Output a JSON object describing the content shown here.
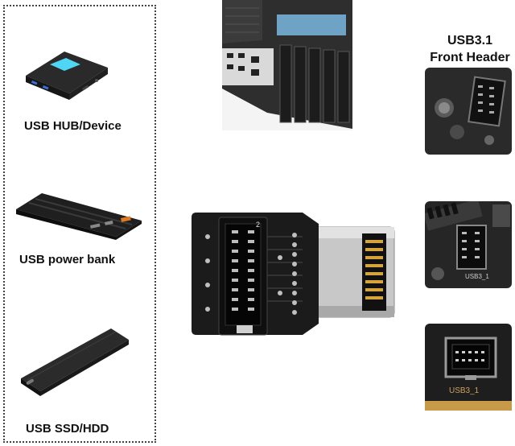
{
  "devices": [
    {
      "label": "USB HUB/Device",
      "icon": "usb-hub-icon"
    },
    {
      "label": "USB power bank",
      "icon": "power-bank-icon"
    },
    {
      "label": "USB SSD/HDD",
      "icon": "ssd-enclosure-icon"
    }
  ],
  "header_title": {
    "line1": "USB3.1",
    "line2": "Front Header"
  },
  "adapter": {
    "pin_label": "2"
  },
  "board_silkscreen": [
    "USB3_1",
    "USB3_1"
  ],
  "colors": {
    "board": "#1b1b1b",
    "metal": "#c8c8c8",
    "case": "#2a2a2a",
    "hub_glow": "#4fd6f2",
    "orange_port": "#e07a20"
  }
}
